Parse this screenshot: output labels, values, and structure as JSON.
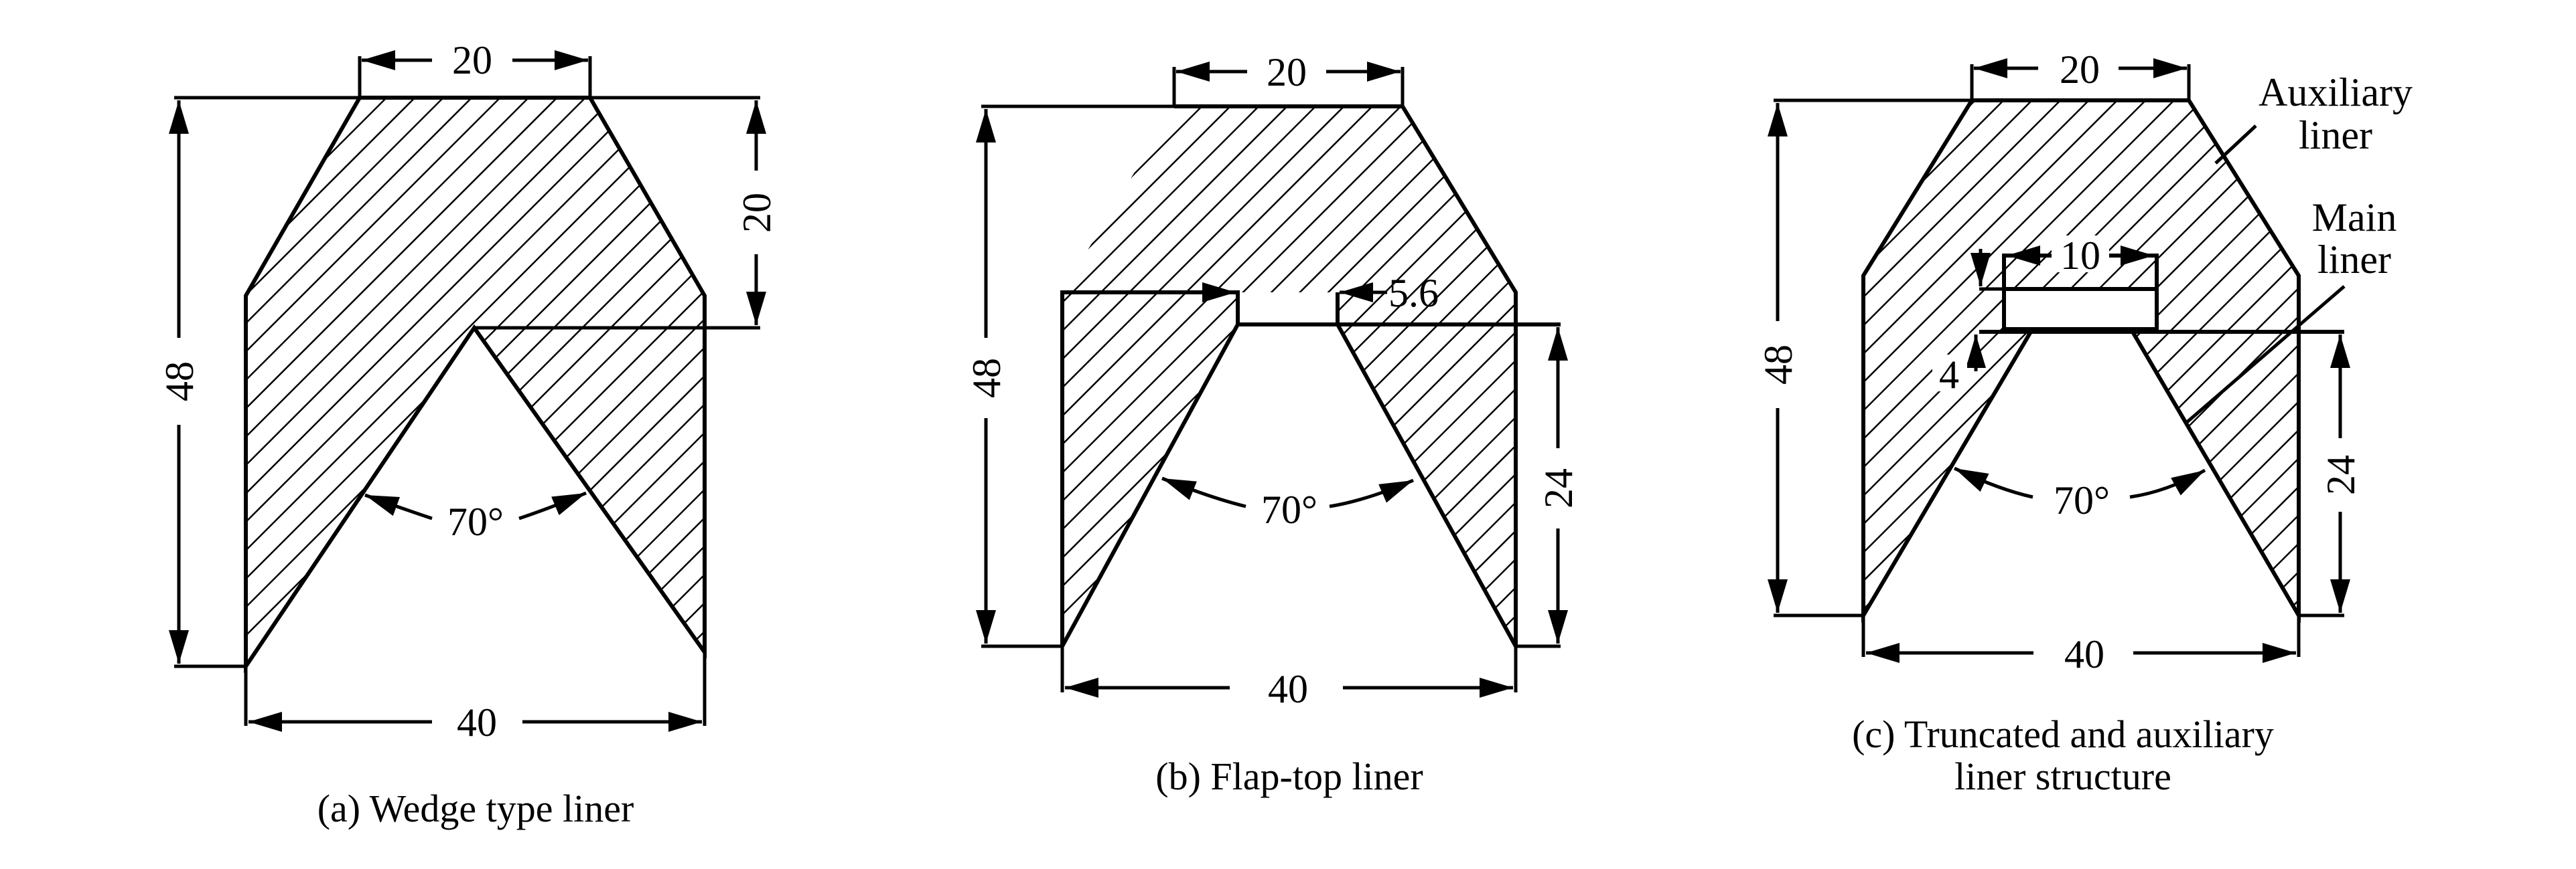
{
  "panels": [
    {
      "caption": "(a) Wedge type liner",
      "dims": {
        "top_width": "20",
        "height": "48",
        "upper_height": "20",
        "bottom_width": "40",
        "angle": "70°"
      }
    },
    {
      "caption": "(b) Flap-top liner",
      "dims": {
        "top_width": "20",
        "height": "48",
        "flap": "5.6",
        "lower_height": "24",
        "bottom_width": "40",
        "angle": "70°"
      }
    },
    {
      "caption_line1": "(c) Truncated and auxiliary",
      "caption_line2": "liner structure",
      "labels": {
        "auxiliary": [
          "Auxiliary",
          "liner"
        ],
        "main": [
          "Main",
          "liner"
        ]
      },
      "dims": {
        "top_width": "20",
        "height": "48",
        "aux_width": "10",
        "aux_height": "4",
        "lower_height": "24",
        "bottom_width": "40",
        "angle": "70°"
      }
    }
  ]
}
